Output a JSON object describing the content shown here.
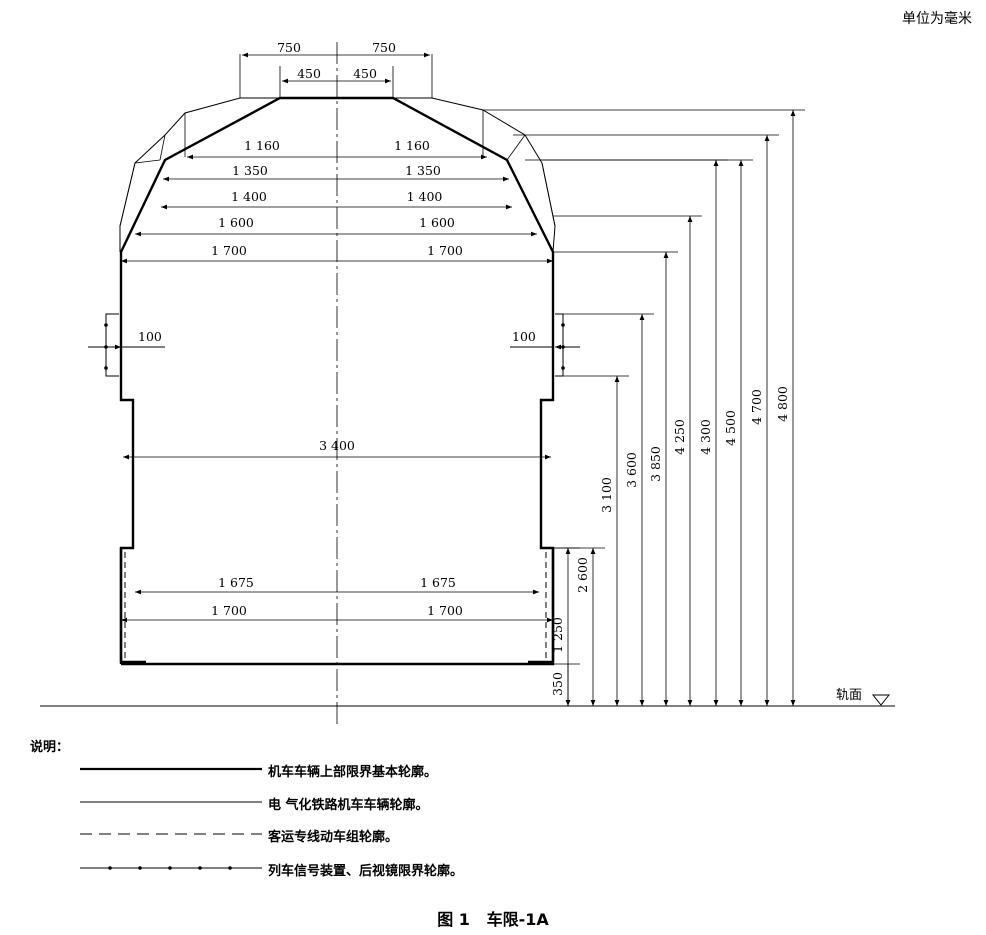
{
  "unit_label": "单位为毫米",
  "figure": {
    "number": "图 1",
    "title": "车限-1A"
  },
  "rail_label": "轨面",
  "legend": {
    "title": "说明：",
    "items": [
      {
        "style": "thick-solid",
        "label": "机车车辆上部限界基本轮廓。"
      },
      {
        "style": "thin-solid",
        "label": "电 气化铁路机车车辆轮廓。"
      },
      {
        "style": "dashed",
        "label": "客运专线动车组轮廓。"
      },
      {
        "style": "dot-dash",
        "label": "列车信号装置、后视镜限界轮廓。"
      }
    ]
  },
  "dimensions": {
    "top": {
      "w750": "750",
      "w450": "450"
    },
    "half_widths": [
      {
        "value": "1 160"
      },
      {
        "value": "1 350"
      },
      {
        "value": "1 400"
      },
      {
        "value": "1 600"
      },
      {
        "value": "1 700"
      }
    ],
    "mirror_offset": "100",
    "full_width": "3 400",
    "lower_half_widths": [
      {
        "value": "1 675"
      },
      {
        "value": "1 700"
      }
    ],
    "heights": [
      {
        "value": "350"
      },
      {
        "value": "1 250"
      },
      {
        "value": "2 600"
      },
      {
        "value": "3 100"
      },
      {
        "value": "3 600"
      },
      {
        "value": "3 850"
      },
      {
        "value": "4 250"
      },
      {
        "value": "4 300"
      },
      {
        "value": "4 500"
      },
      {
        "value": "4 700"
      },
      {
        "value": "4 800"
      }
    ]
  },
  "colors": {
    "line": "#000000",
    "background": "#ffffff"
  }
}
